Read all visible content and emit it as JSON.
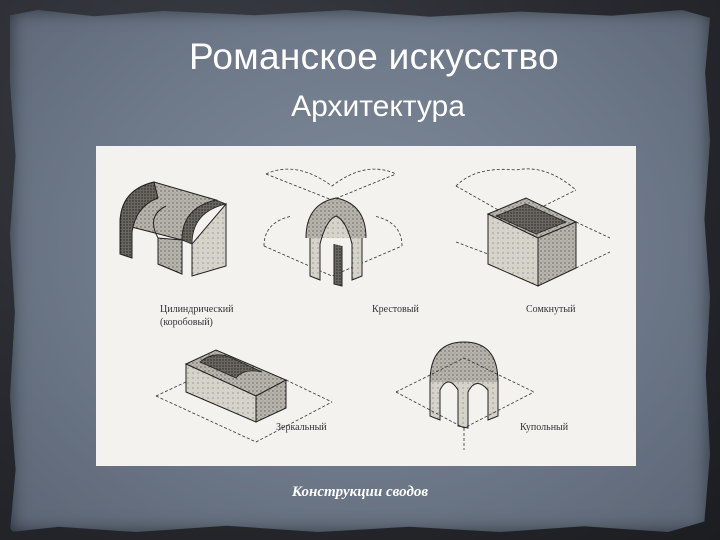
{
  "slide": {
    "title": "Романское искусство",
    "subtitle": "Архитектура",
    "caption": "Конструкции сводов"
  },
  "figure": {
    "labels": {
      "barrel_line1": "Цилиндрический",
      "barrel_line2": "(коробовый)",
      "cross": "Крестовый",
      "cloister": "Сомкнутый",
      "mirror": "Зеркальный",
      "dome": "Купольный"
    }
  },
  "colors": {
    "background": "#2a2d33",
    "panel": "#6d7888",
    "figure_bg": "#f3f2ee",
    "text": "#ffffff"
  }
}
